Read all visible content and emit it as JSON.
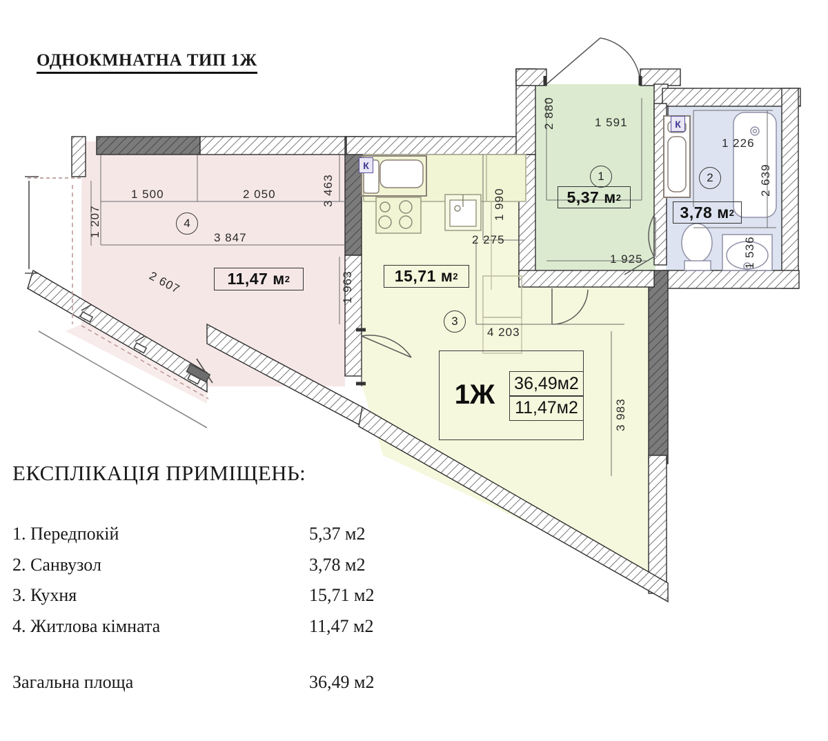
{
  "title": "ОДНОКМНАТНА ТИП 1Ж",
  "legend": {
    "heading": "ЕКСПЛІКАЦІЯ ПРИМІЩЕНЬ:",
    "rows": [
      {
        "label": "1. Передпокій",
        "area": "5,37 м2"
      },
      {
        "label": "2. Санвузол",
        "area": "3,78 м2"
      },
      {
        "label": "3. Кухня",
        "area": "15,71 м2"
      },
      {
        "label": "4. Житлова кімната",
        "area": "11,47 м2"
      }
    ],
    "total_label": "Загальна площа",
    "total_area": "36,49 м2"
  },
  "stamp": {
    "type": "1Ж",
    "total_area": "36,49м2",
    "living_area": "11,47м2"
  },
  "rooms": [
    {
      "number": "1",
      "name": "Передпокій",
      "area": "5,37 м",
      "unit": "2",
      "fill": "#dcebd0"
    },
    {
      "number": "2",
      "name": "Санвузол",
      "area": "3,78 м",
      "unit": "2",
      "fill": "#dde3f0"
    },
    {
      "number": "3",
      "name": "Кухня",
      "area": "15,71 м",
      "unit": "2",
      "fill": "#f5f8dc"
    },
    {
      "number": "4",
      "name": "Житлова кімната",
      "area": "11,47 м",
      "unit": "2",
      "fill": "#f6e7e7"
    }
  ],
  "dimensions": {
    "living_room": [
      "1 500",
      "2 050",
      "3 463",
      "1 207",
      "3 847",
      "2 607",
      "1 963"
    ],
    "kitchen": [
      "1 990",
      "2 275",
      "4 203",
      "3 983"
    ],
    "hall": [
      "2 880",
      "1 591",
      "1 925"
    ],
    "bathroom": [
      "1 226",
      "2 639",
      "1 536"
    ]
  },
  "dim_labels": {
    "d1500": "1 500",
    "d2050": "2 050",
    "d3463": "3 463",
    "d1207": "1 207",
    "d3847": "3 847",
    "d2607": "2 607",
    "d1963": "1 963",
    "d1990": "1 990",
    "d2275": "2 275",
    "d4203": "4 203",
    "d3983": "3 983",
    "d2880": "2 880",
    "d1591": "1 591",
    "d1925": "1 925",
    "d1226": "1 226",
    "d2639": "2 639",
    "d1536": "1 536"
  },
  "markers": {
    "riser_label": "К"
  },
  "colors": {
    "living_room_fill": "#f6e7e7",
    "kitchen_fill": "#f5f8dc",
    "hall_fill": "#dcebd0",
    "bathroom_fill": "#dde3f0",
    "wall_hatch": "#5a5a5a",
    "wall_solid": "#6e6e6e",
    "line": "#3a3a3a"
  }
}
